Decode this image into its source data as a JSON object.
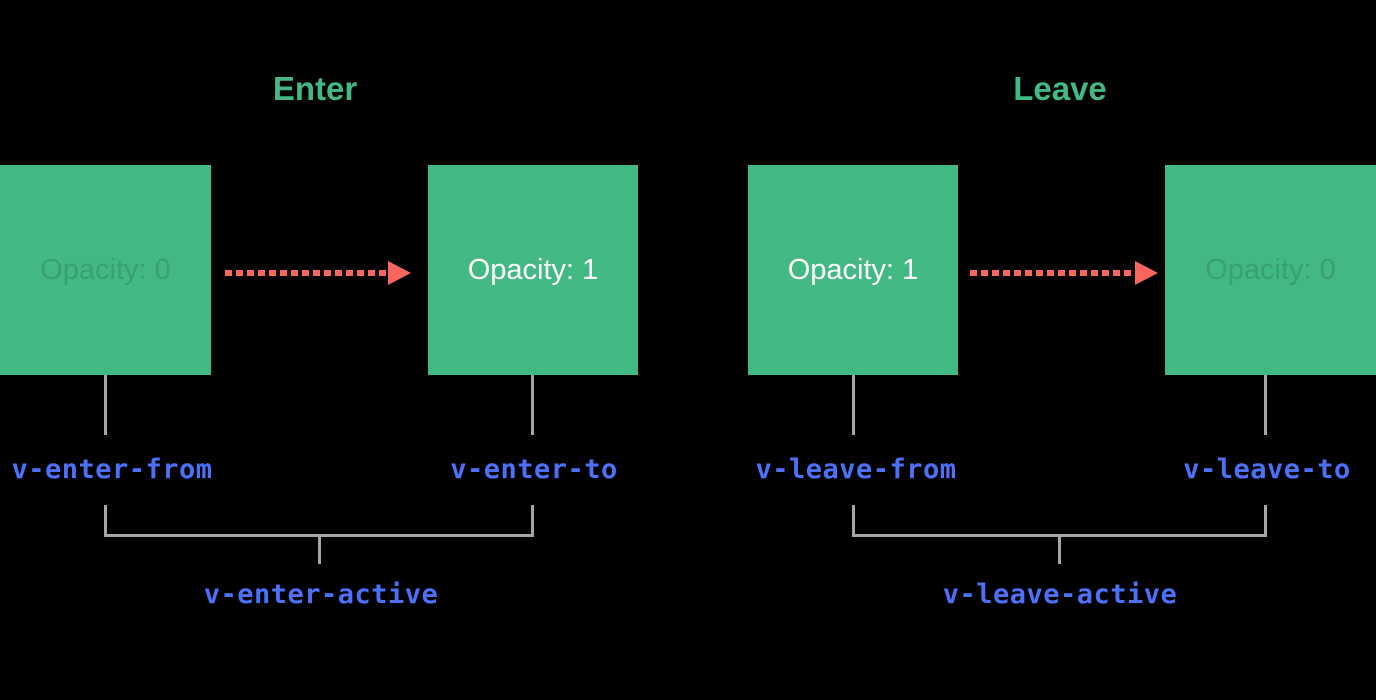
{
  "titles": {
    "enter": "Enter",
    "leave": "Leave"
  },
  "boxes": [
    {
      "name": "enter-from-box",
      "text": "Opacity: 0",
      "style": "faint"
    },
    {
      "name": "enter-to-box",
      "text": "Opacity: 1",
      "style": "solid"
    },
    {
      "name": "leave-from-box",
      "text": "Opacity: 1",
      "style": "solid"
    },
    {
      "name": "leave-to-box",
      "text": "Opacity: 0",
      "style": "faint"
    }
  ],
  "labels": {
    "enter_from": "v-enter-from",
    "enter_to": "v-enter-to",
    "enter_active": "v-enter-active",
    "leave_from": "v-leave-from",
    "leave_to": "v-leave-to",
    "leave_active": "v-leave-active"
  },
  "icons": {
    "enter_arrow": "dashed-right-arrow",
    "leave_arrow": "dashed-right-arrow"
  },
  "colors": {
    "background": "#000000",
    "box_green": "#42b883",
    "title_green": "#42b883",
    "box_text_white": "#ffffff",
    "arrow_red": "#f8665f",
    "label_blue": "#4c70f8",
    "connector_gray": "#a5a5a5"
  }
}
